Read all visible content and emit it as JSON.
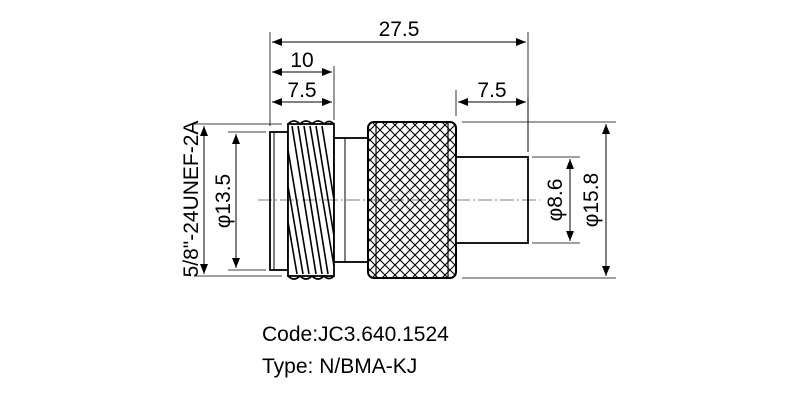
{
  "dimensions": {
    "overall_length": "27.5",
    "thread_section_length": "10",
    "thread_length": "7.5",
    "pin_length": "7.5",
    "pin_diameter": "φ8.6",
    "body_diameter": "φ15.8",
    "thread_inner_diameter": "φ13.5",
    "thread_spec": "5/8\"-24UNEF-2A"
  },
  "caption": {
    "code": "Code:JC3.640.1524",
    "type": "Type: N/BMA-KJ"
  }
}
